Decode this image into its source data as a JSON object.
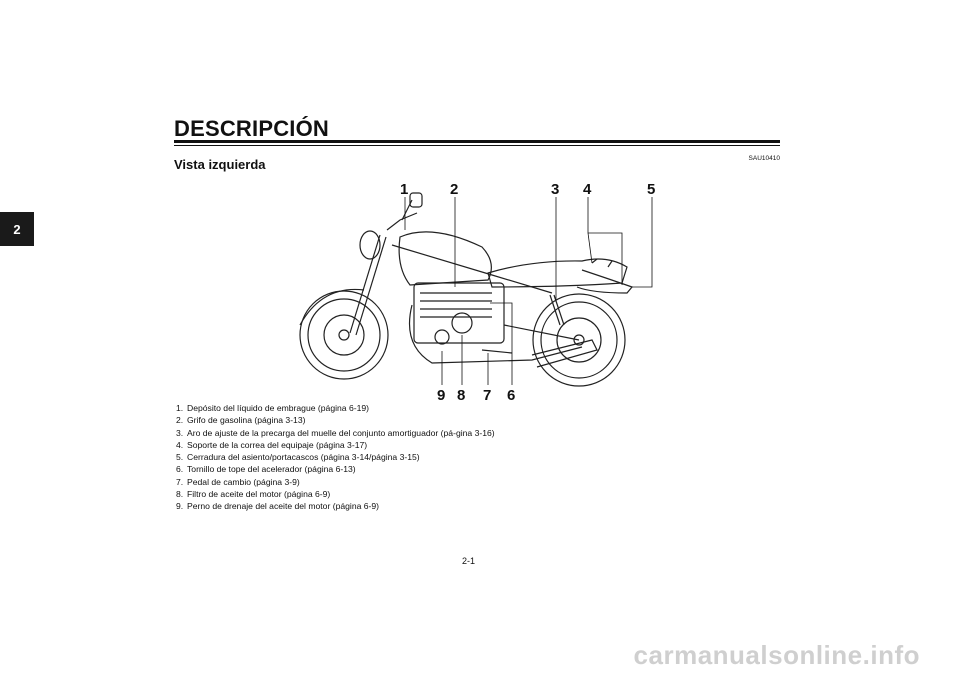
{
  "chapter_tab": "2",
  "title": "DESCRIPCIÓN",
  "doc_code": "SAU10410",
  "section": "Vista izquierda",
  "callouts": {
    "c1": "1",
    "c2": "2",
    "c3": "3",
    "c4": "4",
    "c5": "5",
    "c6": "6",
    "c7": "7",
    "c8": "8",
    "c9": "9"
  },
  "items": [
    {
      "n": "1.",
      "text": "Depósito del líquido de embrague (página 6-19)"
    },
    {
      "n": "2.",
      "text": "Grifo de gasolina (página 3-13)"
    },
    {
      "n": "3.",
      "text": "Aro de ajuste de la precarga del muelle del conjunto amortiguador (pá-gina 3-16)"
    },
    {
      "n": "4.",
      "text": "Soporte de la correa del equipaje (página 3-17)"
    },
    {
      "n": "5.",
      "text": "Cerradura del asiento/portacascos (página 3-14/página 3-15)"
    },
    {
      "n": "6.",
      "text": "Tornillo de tope del acelerador (página 6-13)"
    },
    {
      "n": "7.",
      "text": "Pedal de cambio (página 3-9)"
    },
    {
      "n": "8.",
      "text": "Filtro de aceite del motor (página 6-9)"
    },
    {
      "n": "9.",
      "text": "Perno de drenaje del aceite del motor (página 6-9)"
    }
  ],
  "page_number": "2-1",
  "watermark": "carmanualsonline.info"
}
